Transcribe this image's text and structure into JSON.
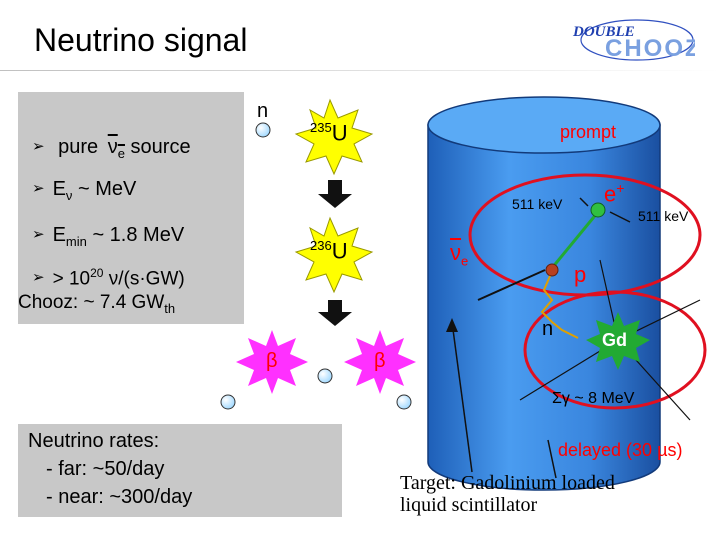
{
  "title": "Neutrino signal",
  "logo": {
    "text_top": "DOUBLE",
    "text_main": "CHOOZ"
  },
  "bullets": {
    "pure_prefix": "pure",
    "nu": "ν",
    "nu_sub": "e",
    "pure_suffix": "source",
    "energy_main": "E",
    "energy_sub": "ν",
    "energy_rest": "~ MeV",
    "emin_main": "E",
    "emin_sub": "min",
    "emin_rest": "~ 1.8 MeV",
    "flux_prefix": "> 10",
    "flux_exp": "20",
    "flux_unit": "ν/(s·GW)",
    "chooz_main": "Chooz: ~ 7.4 GW",
    "chooz_sub": "th"
  },
  "rates": {
    "heading": "Neutrino rates:",
    "far": "- far: ~50/day",
    "near": "- near: ~300/day"
  },
  "diagram": {
    "n": "n",
    "u235_mass": "235",
    "u235_symbol": "U",
    "u236_mass": "236",
    "u236_symbol": "U",
    "beta": "β",
    "nu": "ν",
    "nu_sub": "e",
    "prompt": "prompt",
    "kev_left": "511 keV",
    "kev_right": "511 keV",
    "positron": "e",
    "positron_charge": "+",
    "proton": "p",
    "neutron": "n",
    "gd": "Gd",
    "gamma_sum": "Σγ ~ 8 MeV",
    "delayed": "delayed (30 µs)",
    "target_line1": "Target: Gadolinium loaded",
    "target_line2": "liquid scintillator"
  },
  "colors": {
    "detector_blue": "#3d8ce6",
    "highlight_red": "#e01020",
    "star_yellow": "#ffff00",
    "star_magenta": "#e020e0",
    "particle_cyan": "#bfe8ff",
    "gd_green": "#22aa33",
    "panel_gray": "#c8c8c8"
  }
}
